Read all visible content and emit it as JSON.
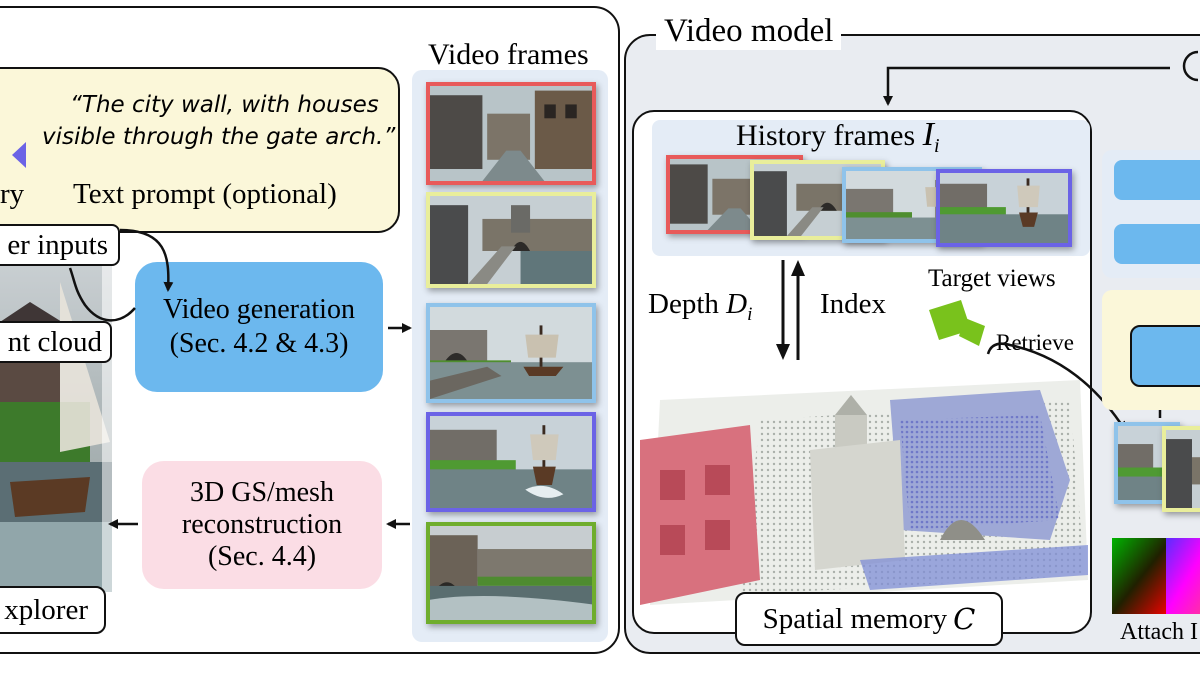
{
  "left": {
    "prompt_quote_line1": "“The city wall, with houses",
    "prompt_quote_line2": "visible through the gate arch.”",
    "partial_label_ry": "ry",
    "text_prompt_label": "Text prompt (optional)",
    "user_inputs_label": "er inputs",
    "point_cloud_label": "nt cloud",
    "explorer_label": "xplorer",
    "video_gen_line1": "Video generation",
    "video_gen_line2": "(Sec. 4.2 & 4.3)",
    "recon_line1": "3D GS/mesh",
    "recon_line2": "reconstruction",
    "recon_line3": "(Sec. 4.4)",
    "video_frames_title": "Video frames"
  },
  "right": {
    "panel_title": "Video model",
    "history_frames_label": "History frames ",
    "history_symbol": "I",
    "history_subscript": "i",
    "depth_label": "Depth ",
    "depth_symbol": "D",
    "depth_subscript": "i",
    "index_label": "Index",
    "target_views_label": "Target views",
    "retrieve_label": "Retrieve",
    "spatial_memory_label": "Spatial memory ",
    "spatial_symbol": "C",
    "attach_label": "Attach I"
  },
  "colors": {
    "prompt_bg": "#fbf7d9",
    "video_gen_bg": "#6cb8ee",
    "recon_bg": "#fbdde5",
    "frames_strip_bg": "#e4ecf6",
    "right_panel_bg": "#e9ecf1",
    "frame_red": "#e85a5a",
    "frame_yellow": "#e9ee9b",
    "frame_lightblue": "#8fc3ea",
    "frame_purple": "#6b63e6",
    "frame_green": "#6fad2d",
    "target_camera": "#79c21c"
  }
}
